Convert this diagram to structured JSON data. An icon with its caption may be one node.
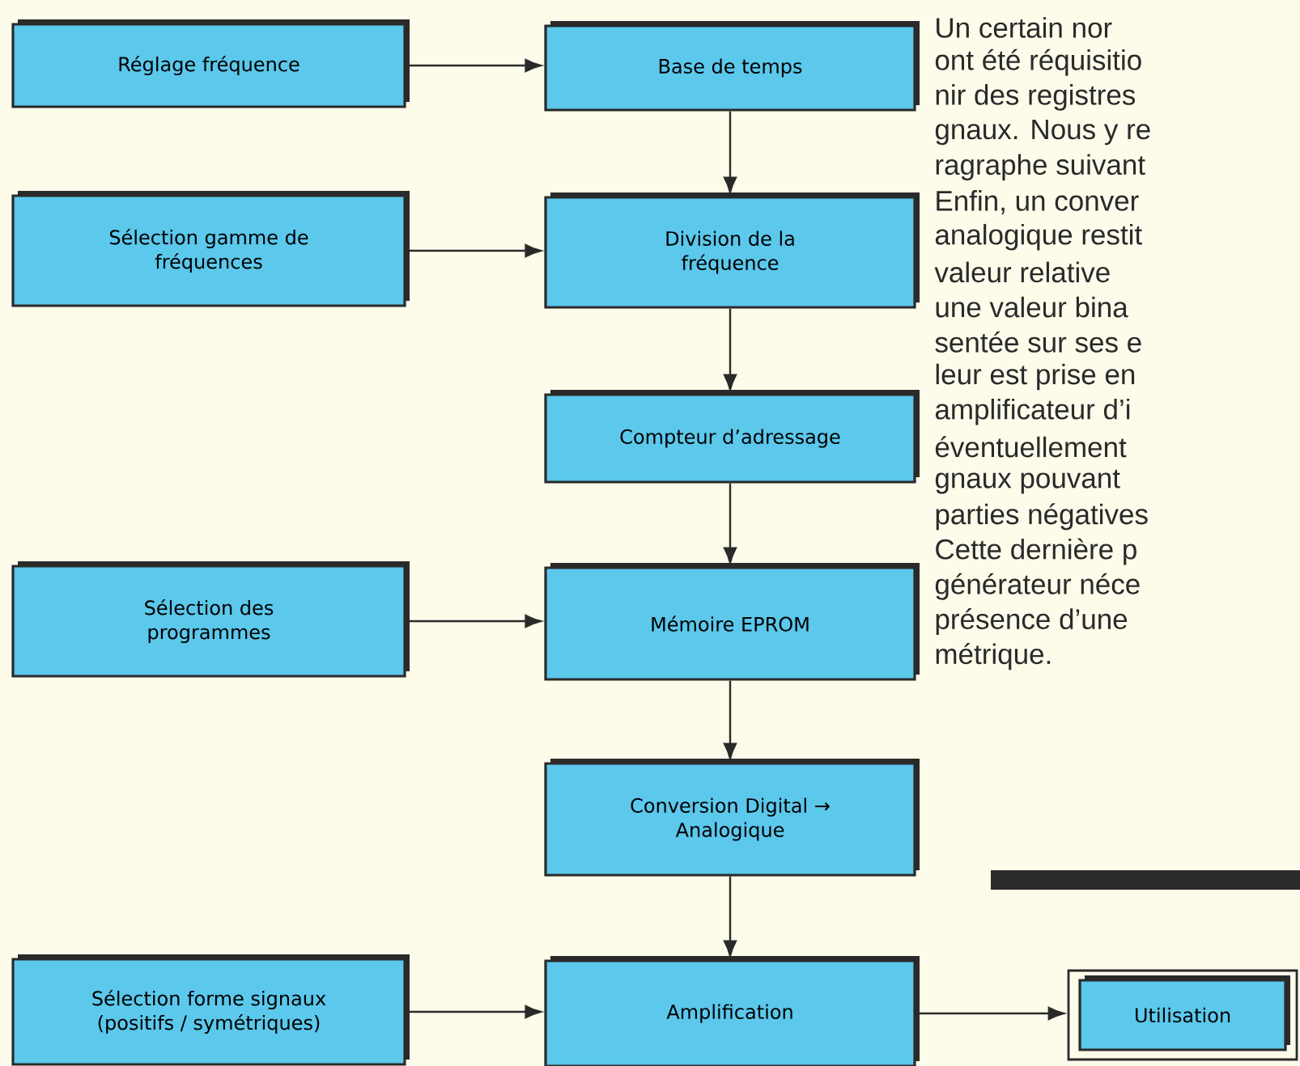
{
  "diagram": {
    "nodes": [
      {
        "text": [
          "Réglage fréquence"
        ]
      },
      {
        "text": [
          "Base de temps"
        ]
      },
      {
        "text": [
          "Sélection gamme de fréquences"
        ]
      },
      {
        "text": [
          "Division de la fréquence"
        ]
      },
      {
        "text": [
          "Compteur d’adressage"
        ]
      },
      {
        "text": [
          "Sélection des programmes"
        ]
      },
      {
        "text": [
          "Mémoire EPROM"
        ]
      },
      {
        "text": [
          "Conversion Digital → Analogique"
        ]
      },
      {
        "text": [
          "Sélection forme signaux (positifs / symétriques)"
        ]
      },
      {
        "text": [
          "Amplification"
        ]
      },
      {
        "text": [],
        "shape": "box"
      },
      {
        "text": [
          "Utilisation"
        ],
        "in": 10
      }
    ],
    "edges": [
      {
        "from": 0,
        "to": 1,
        "arrow": "to"
      },
      {
        "from": 1,
        "to": 3,
        "arrow": "to"
      },
      {
        "from": 2,
        "to": 3,
        "arrow": "to"
      },
      {
        "from": 3,
        "to": 4,
        "arrow": "to"
      },
      {
        "from": 4,
        "to": 6,
        "arrow": "to"
      },
      {
        "from": 5,
        "to": 6,
        "arrow": "to"
      },
      {
        "from": 6,
        "to": 7,
        "arrow": "to"
      },
      {
        "from": 7,
        "to": 9,
        "arrow": "to"
      },
      {
        "from": 8,
        "to": 9,
        "arrow": "to"
      },
      {
        "from": 9,
        "to": 10,
        "arrow": "to"
      }
    ],
    "labels": [
      "Un certain nor",
      "ont été réquisitio",
      "nir des registres",
      "gnaux. Nous y re",
      "ragraphe suivant",
      "Enfin, un conver",
      "analogique restit",
      "valeur relative",
      "une valeur bina",
      "sentée sur ses e",
      "leur est prise en",
      "amplificateur d’i",
      "éventuellement",
      "gnaux pouvant",
      "parties négatives",
      "Cette dernière p",
      "générateur néce",
      "présence d’une",
      "métrique."
    ]
  }
}
